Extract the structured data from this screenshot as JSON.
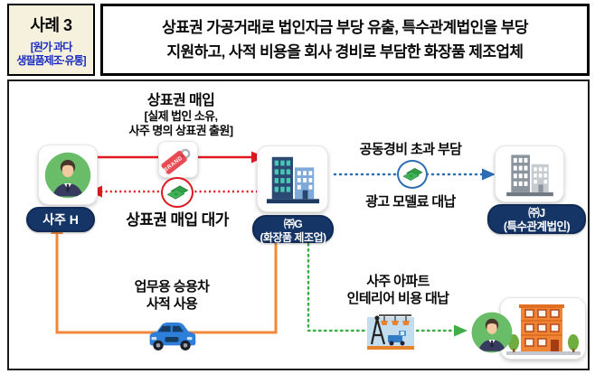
{
  "header": {
    "case": {
      "label": "사례 3",
      "sub_line1": "[원가 과다",
      "sub_line2": "생필품제조·유통]"
    },
    "title": {
      "line1": "상표권 가공거래로 법인자금 부당 유출, 특수관계법인을 부당",
      "line2": "지원하고, 사적 비용을 회사 경비로 부담한 화장품 제조업체"
    }
  },
  "diagram": {
    "owner": {
      "label": "사주 H"
    },
    "company_g": {
      "name": "㈜G",
      "desc": "(화장품 제조업)"
    },
    "company_j": {
      "name": "㈜J",
      "desc": "(특수관계법인)"
    },
    "trademark_flow": {
      "title": "상표권 매입",
      "note_line1": "[실제 법인 소유,",
      "note_line2": "사주 명의 상표권 출원]",
      "return_label": "상표권 매입 대가",
      "tag_text": "BRAND"
    },
    "expense_flow": {
      "top_label": "공동경비 초과 부담",
      "bottom_label": "광고 모델료 대납"
    },
    "car_flow": {
      "line1": "업무용 승용차",
      "line2": "사적 사용"
    },
    "interior_flow": {
      "line1": "사주 아파트",
      "line2": "인테리어 비용 대납"
    }
  },
  "colors": {
    "badge_navy": "#153567",
    "arrow_red": "#e01820",
    "arrow_blue": "#2f6db3",
    "arrow_green": "#3fae49",
    "arrow_orange": "#f2873b",
    "header_sub_blue": "#1b2dc1",
    "case_box_bg": "#f6f1dc"
  }
}
